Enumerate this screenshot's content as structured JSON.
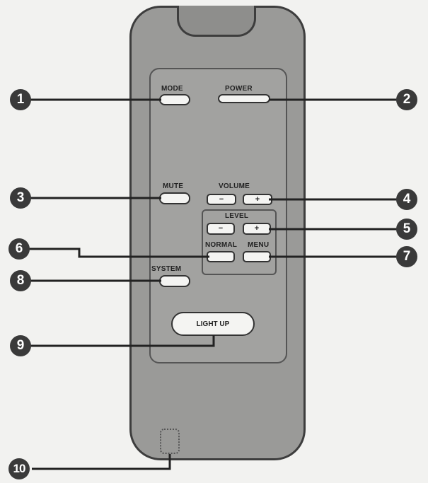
{
  "remote": {
    "buttons": {
      "mode": "MODE",
      "power": "POWER",
      "mute": "MUTE",
      "volume": "VOLUME",
      "minus": "−",
      "plus": "+",
      "level": "LEVEL",
      "normal": "NORMAL",
      "menu": "MENU",
      "system": "SYSTEM",
      "light_up": "LIGHT UP"
    }
  },
  "callouts": [
    "1",
    "2",
    "3",
    "4",
    "5",
    "6",
    "7",
    "8",
    "9",
    "10"
  ]
}
